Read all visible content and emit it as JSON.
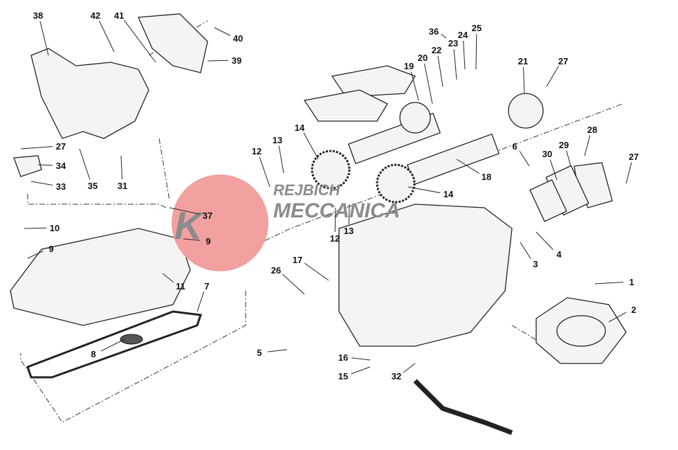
{
  "diagram": {
    "title": "Vertical cylinder head - timing system exploded view",
    "labels": [
      "38",
      "42",
      "41",
      "40",
      "39",
      "27",
      "34",
      "33",
      "35",
      "31",
      "37",
      "10",
      "9",
      "9",
      "11",
      "7",
      "8",
      "12",
      "13",
      "14",
      "13",
      "12",
      "14",
      "26",
      "17",
      "5",
      "16",
      "15",
      "32",
      "36",
      "24",
      "25",
      "23",
      "22",
      "20",
      "19",
      "21",
      "27",
      "6",
      "30",
      "29",
      "28",
      "27",
      "18",
      "4",
      "3",
      "1",
      "2"
    ]
  },
  "watermark": {
    "line1": "REJBICH",
    "line2": "MECCANICA",
    "logo_letter": "K",
    "color": "#f2a0a0"
  }
}
